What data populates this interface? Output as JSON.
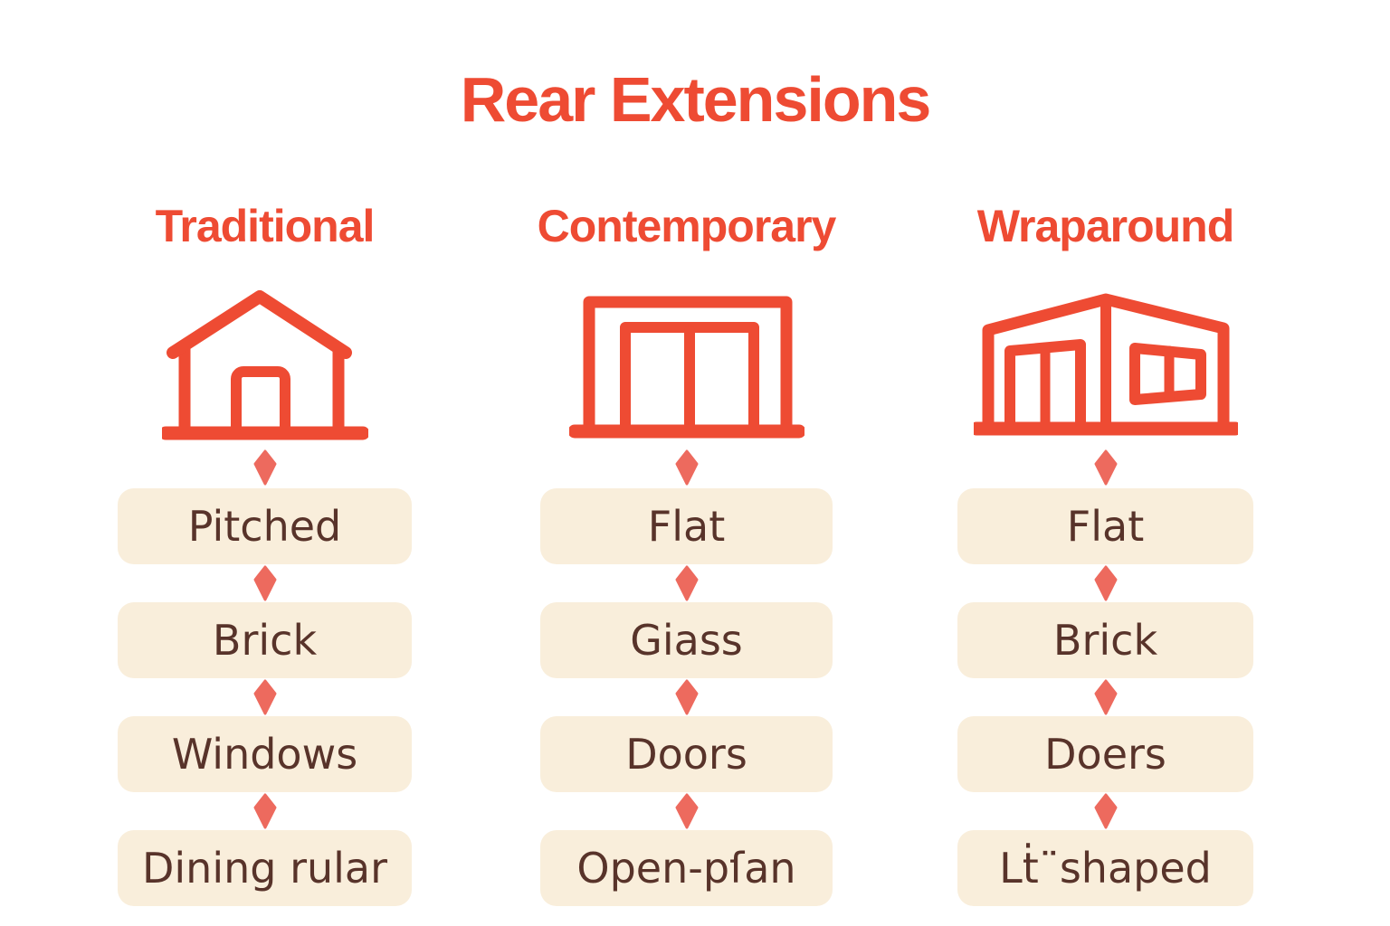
{
  "title": "Rear Extensions",
  "colors": {
    "accent_red": "#ee4b33",
    "connector_salmon": "#ed6a5e",
    "box_background": "#f9eedb",
    "box_text": "#58332a"
  },
  "columns": [
    {
      "header": "Traditional",
      "icon": "pitched-roof-house-icon",
      "items": [
        "Pitched",
        "Brick",
        "Windows",
        "Dining rular"
      ]
    },
    {
      "header": "Contemporary",
      "icon": "flat-roof-glass-doors-icon",
      "items": [
        "Flat",
        "Giass",
        "Doors",
        "Open-pſan"
      ]
    },
    {
      "header": "Wraparound",
      "icon": "wraparound-extension-icon",
      "items": [
        "Flat",
        "Brick",
        "Doers",
        "Lṫ¨shaped"
      ]
    }
  ]
}
